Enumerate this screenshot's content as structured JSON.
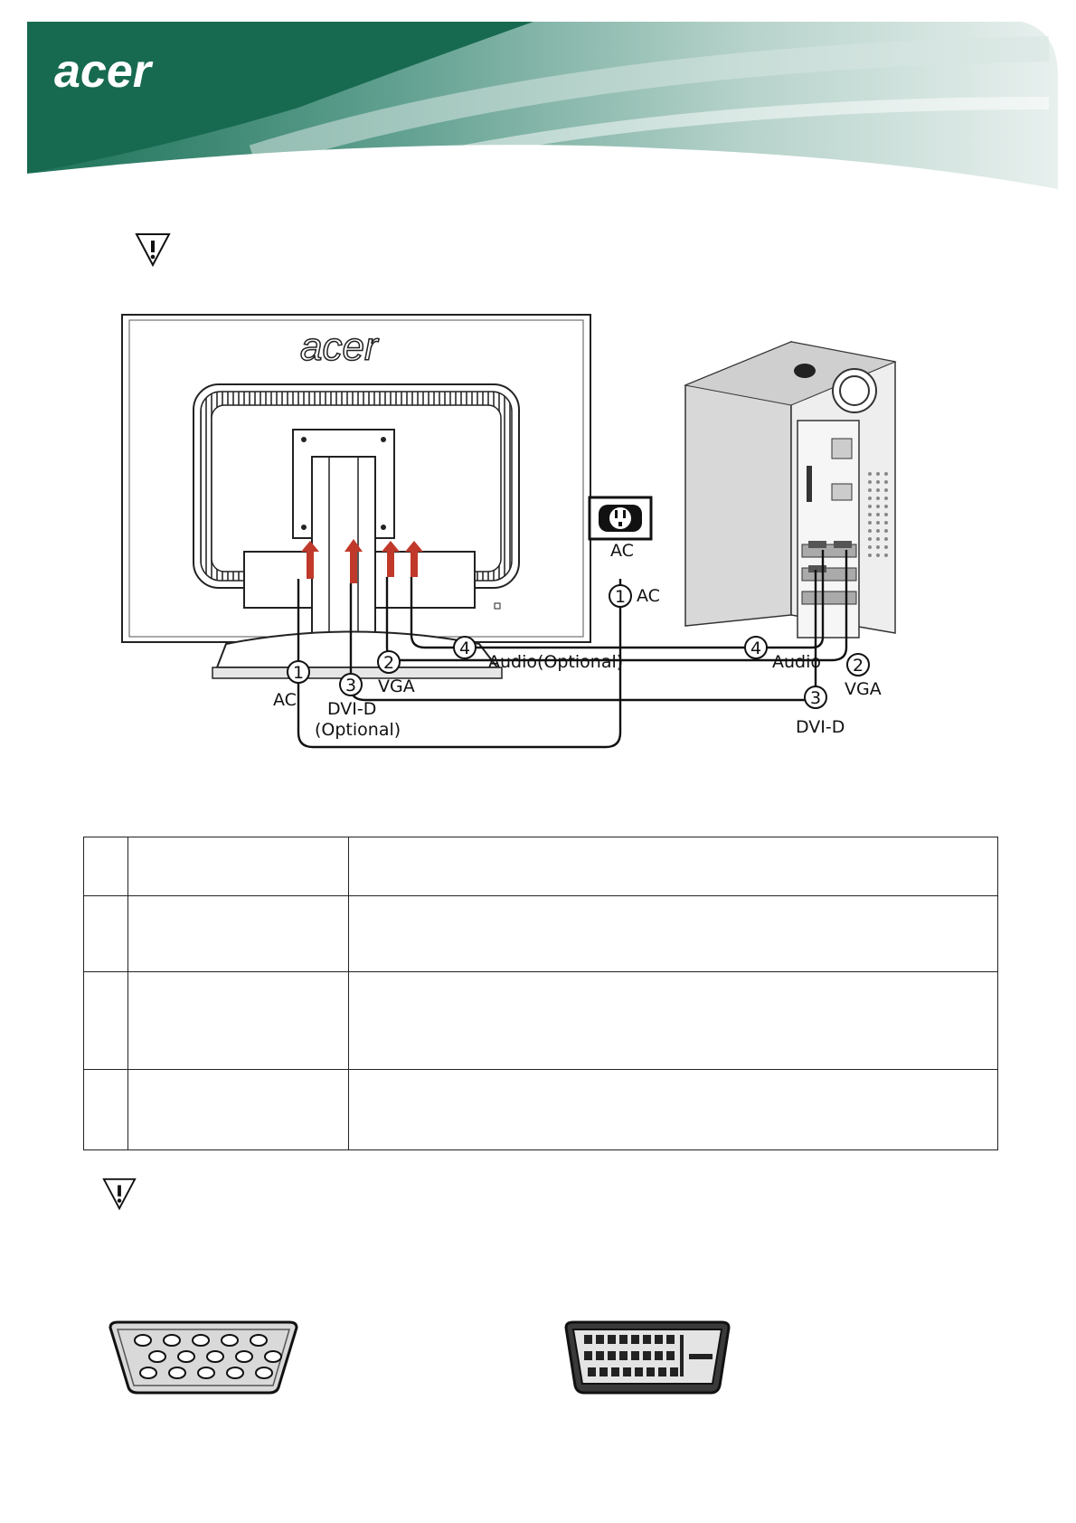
{
  "brand": {
    "logo_text": "acer",
    "accent_color": "#1a6e55"
  },
  "diagram": {
    "monitor_logo": "acer",
    "outlet_label": "AC",
    "labels": {
      "ac_outlet": "AC",
      "monitor_ac": "AC",
      "monitor_vga": "VGA",
      "monitor_dvi": "DVI-D",
      "monitor_dvi_optional": "(Optional)",
      "audio_optional": "Audio(Optional)",
      "pc_audio": "Audio",
      "pc_vga": "VGA",
      "pc_dvi": "DVI-D"
    },
    "markers": {
      "one": "1",
      "two": "2",
      "three": "3",
      "four": "4"
    },
    "arrow_color": "#c0392b"
  },
  "table": {
    "rows": 4,
    "columns": 3
  },
  "icons": {
    "warning": "warning-triangle-icon",
    "vga": "vga-connector-icon",
    "dvi": "dvi-connector-icon"
  }
}
